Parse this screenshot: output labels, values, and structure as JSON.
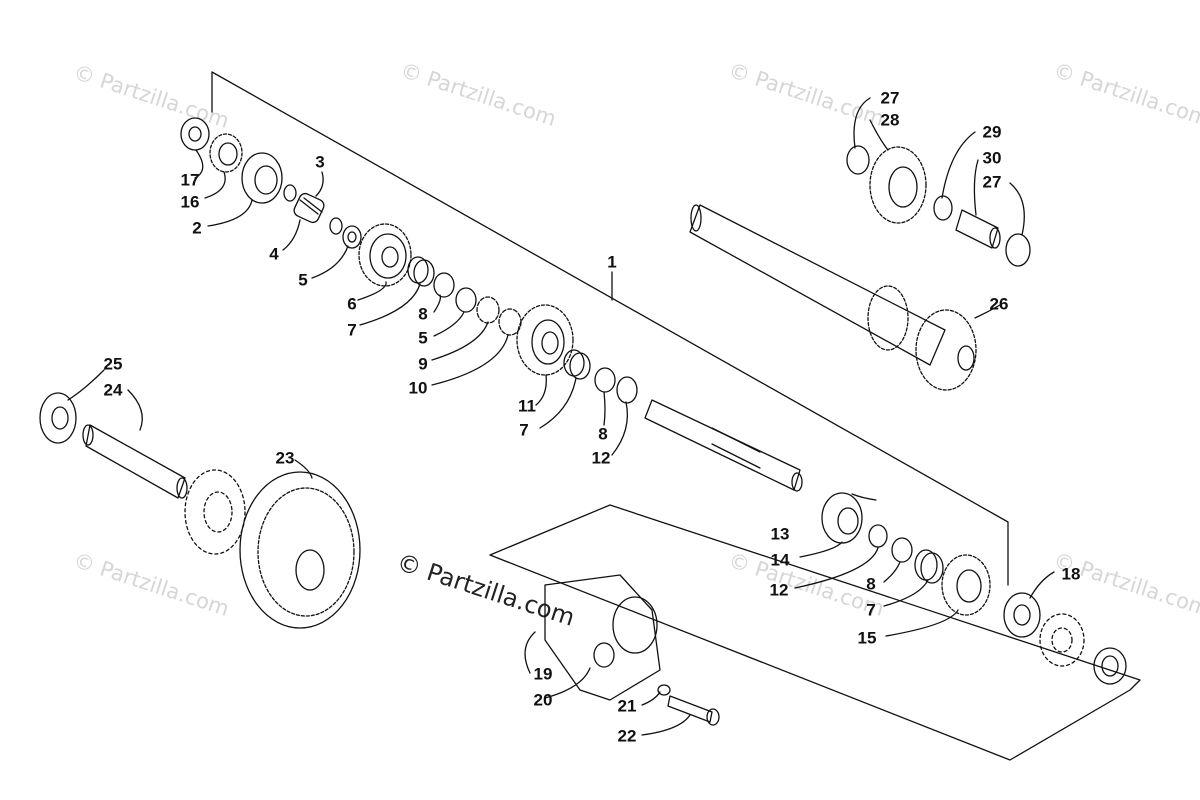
{
  "watermark": {
    "text": "© Partzilla.com",
    "main_text": "© Partzilla.com"
  },
  "callouts": [
    "1",
    "2",
    "3",
    "4",
    "5",
    "5",
    "6",
    "7",
    "7",
    "7",
    "8",
    "8",
    "8",
    "9",
    "10",
    "11",
    "12",
    "12",
    "13",
    "14",
    "15",
    "16",
    "17",
    "18",
    "19",
    "20",
    "21",
    "22",
    "23",
    "24",
    "25",
    "26",
    "27",
    "27",
    "28",
    "29",
    "30"
  ]
}
